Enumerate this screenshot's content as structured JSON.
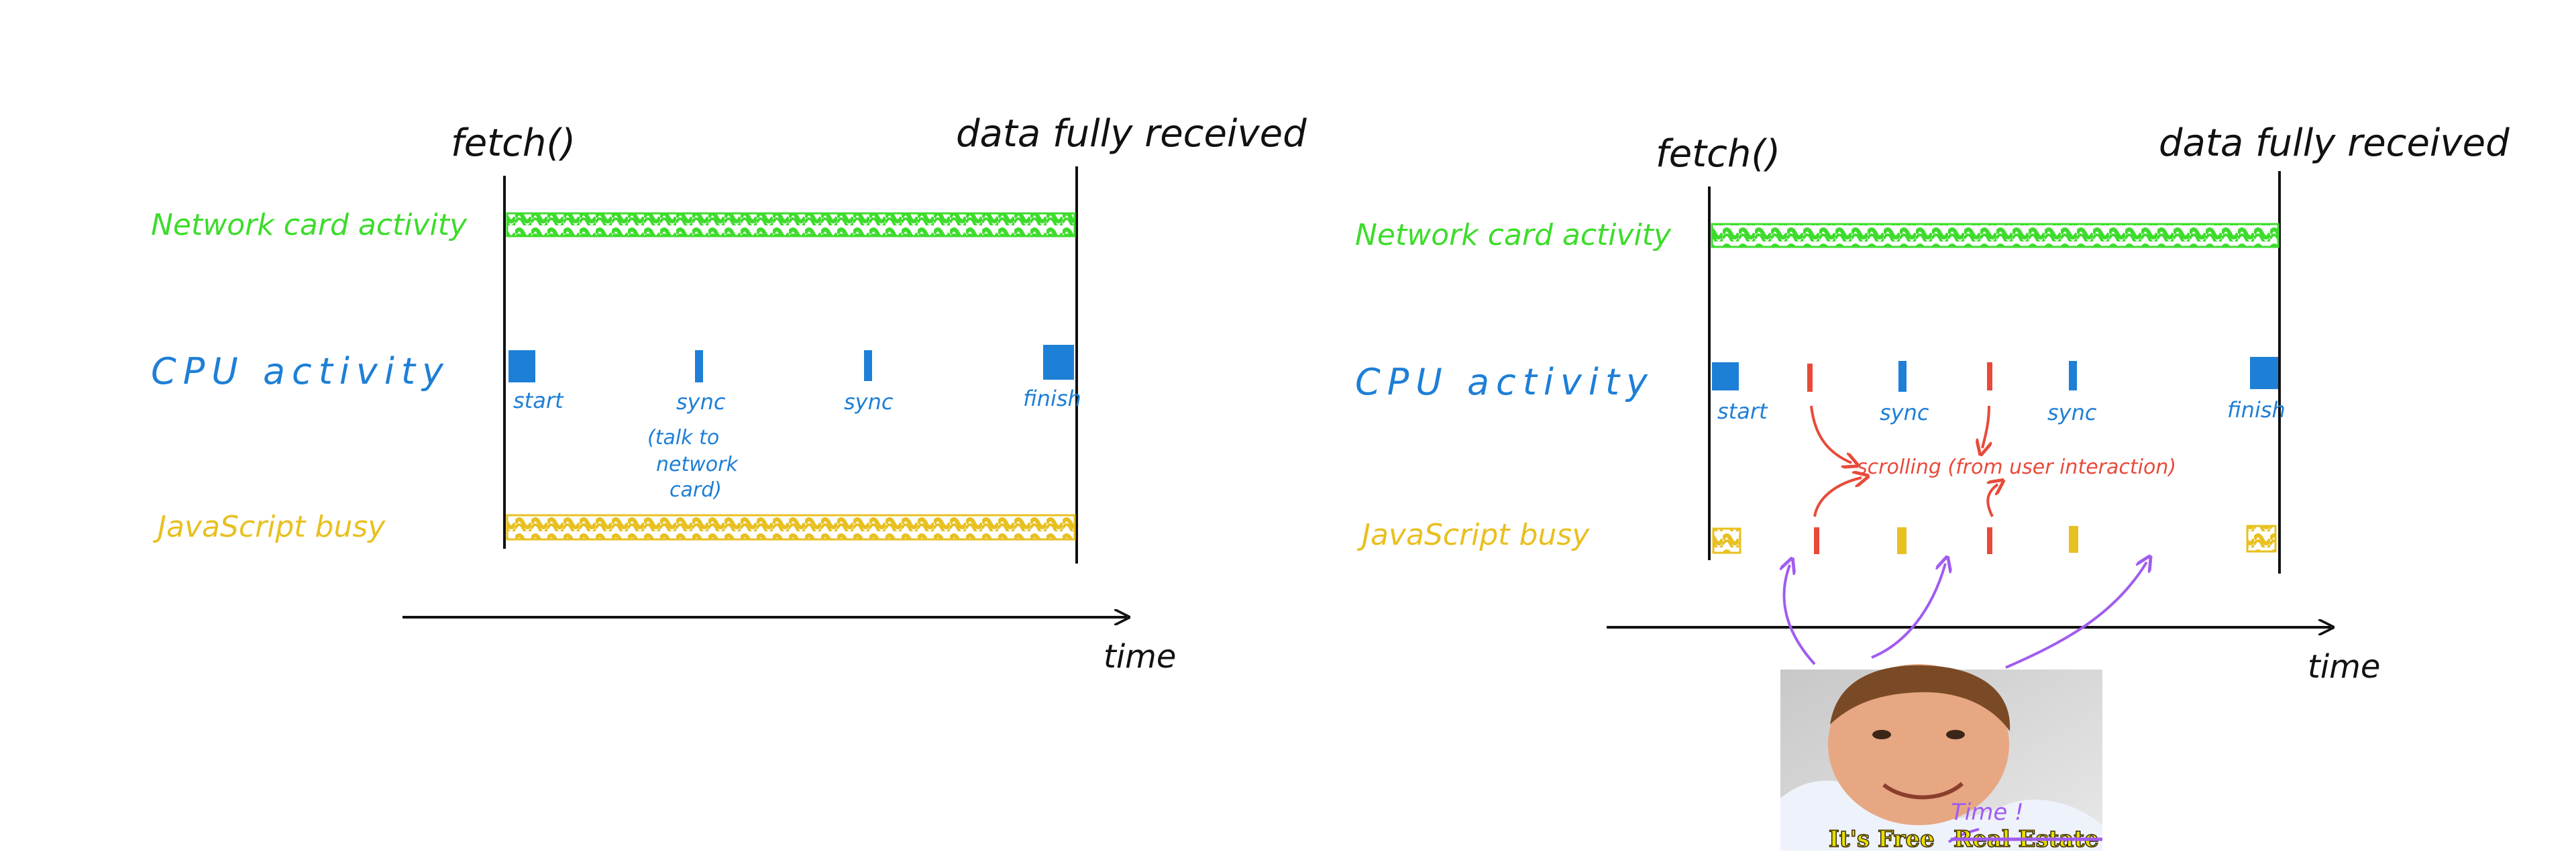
{
  "colors": {
    "network": "#3ddc2c",
    "cpu": "#1e7fd6",
    "js": "#e8c020",
    "user": "#e84a3a",
    "arrow": "#a05cf0",
    "axis": "#111111",
    "caption": "#e8e000"
  },
  "left": {
    "start_label": "fetch()",
    "end_label": "data fully received",
    "rows": {
      "network": "Network card activity",
      "cpu": "CPU activity",
      "js": "JavaScript busy"
    },
    "cpu_ticks": [
      "start",
      "sync",
      "sync",
      "finish"
    ],
    "sync_note": [
      "(talk to",
      "network",
      "card)"
    ],
    "axis_label": "time"
  },
  "right": {
    "start_label": "fetch()",
    "end_label": "data fully received",
    "rows": {
      "network": "Network card activity",
      "cpu": "CPU activity",
      "js": "JavaScript busy"
    },
    "cpu_ticks": [
      "start",
      "sync",
      "sync",
      "finish"
    ],
    "user_note": "scrolling (from user interaction)",
    "axis_label": "time"
  },
  "meme": {
    "caption_free": "It's Free",
    "caption_struck": "Real Estate",
    "handwritten": "Time !"
  }
}
